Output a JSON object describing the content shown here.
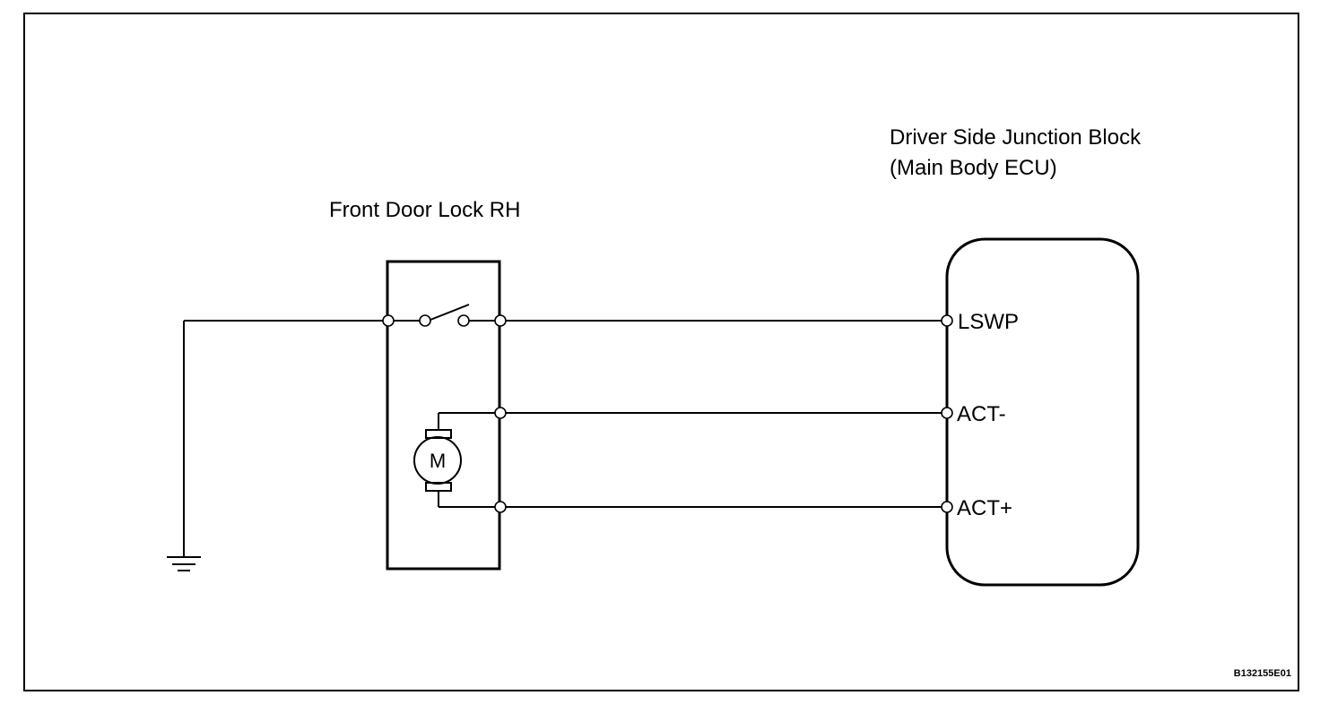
{
  "components": {
    "door_lock": {
      "label": "Front Door Lock RH"
    },
    "junction_block": {
      "label_line1": "Driver Side Junction Block",
      "label_line2": "(Main Body ECU)"
    },
    "motor": {
      "label": "M"
    }
  },
  "pins": {
    "lswp": "LSWP",
    "act_minus": "ACT-",
    "act_plus": "ACT+"
  },
  "reference_code": "B132155E01"
}
